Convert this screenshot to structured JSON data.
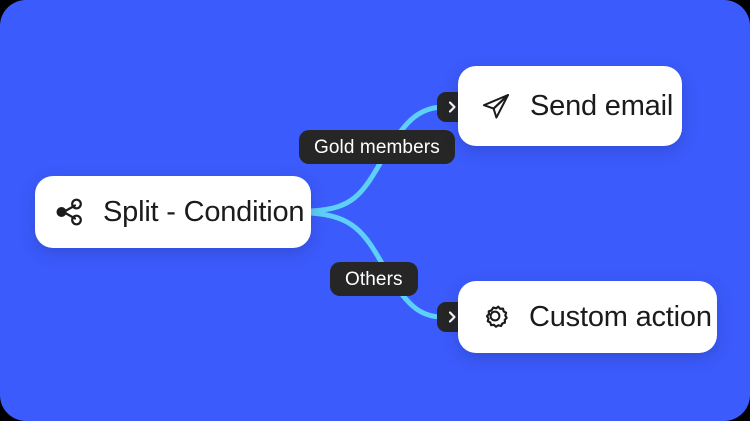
{
  "canvas": {
    "background_color": "#3c5bfc",
    "edge_color": "#5ed0f5",
    "card_color": "#ffffff",
    "pill_color": "#262626",
    "text_color": "#1b1b1b"
  },
  "nodes": [
    {
      "id": "split-condition",
      "label": "Split - Condition",
      "icon": "share-split-icon"
    },
    {
      "id": "send-email",
      "label": "Send email",
      "icon": "paper-plane-icon"
    },
    {
      "id": "custom-action",
      "label": "Custom action",
      "icon": "gear-icon"
    }
  ],
  "edges": [
    {
      "id": "gold-members",
      "label": "Gold members",
      "from": "split-condition",
      "to": "send-email"
    },
    {
      "id": "others",
      "label": "Others",
      "from": "split-condition",
      "to": "custom-action"
    }
  ],
  "ports": [
    {
      "id": "send-email-port",
      "icon": "chevron-right-icon"
    },
    {
      "id": "custom-action-port",
      "icon": "chevron-right-icon"
    }
  ]
}
